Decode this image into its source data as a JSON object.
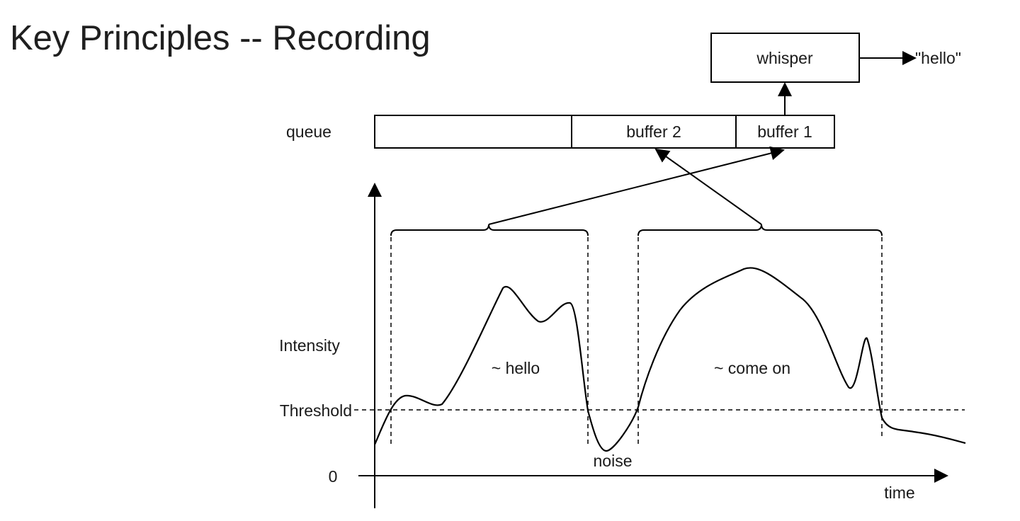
{
  "title": "Key Principles -- Recording",
  "queue_label": "queue",
  "buffer2_label": "buffer 2",
  "buffer1_label": "buffer 1",
  "whisper_label": "whisper",
  "output_label": "\"hello\"",
  "y_axis_label": "Intensity",
  "threshold_label": "Threshold",
  "zero_label": "0",
  "x_axis_label": "time",
  "segment1_label": "~ hello",
  "segment2_label": "~ come on",
  "noise_label": "noise"
}
